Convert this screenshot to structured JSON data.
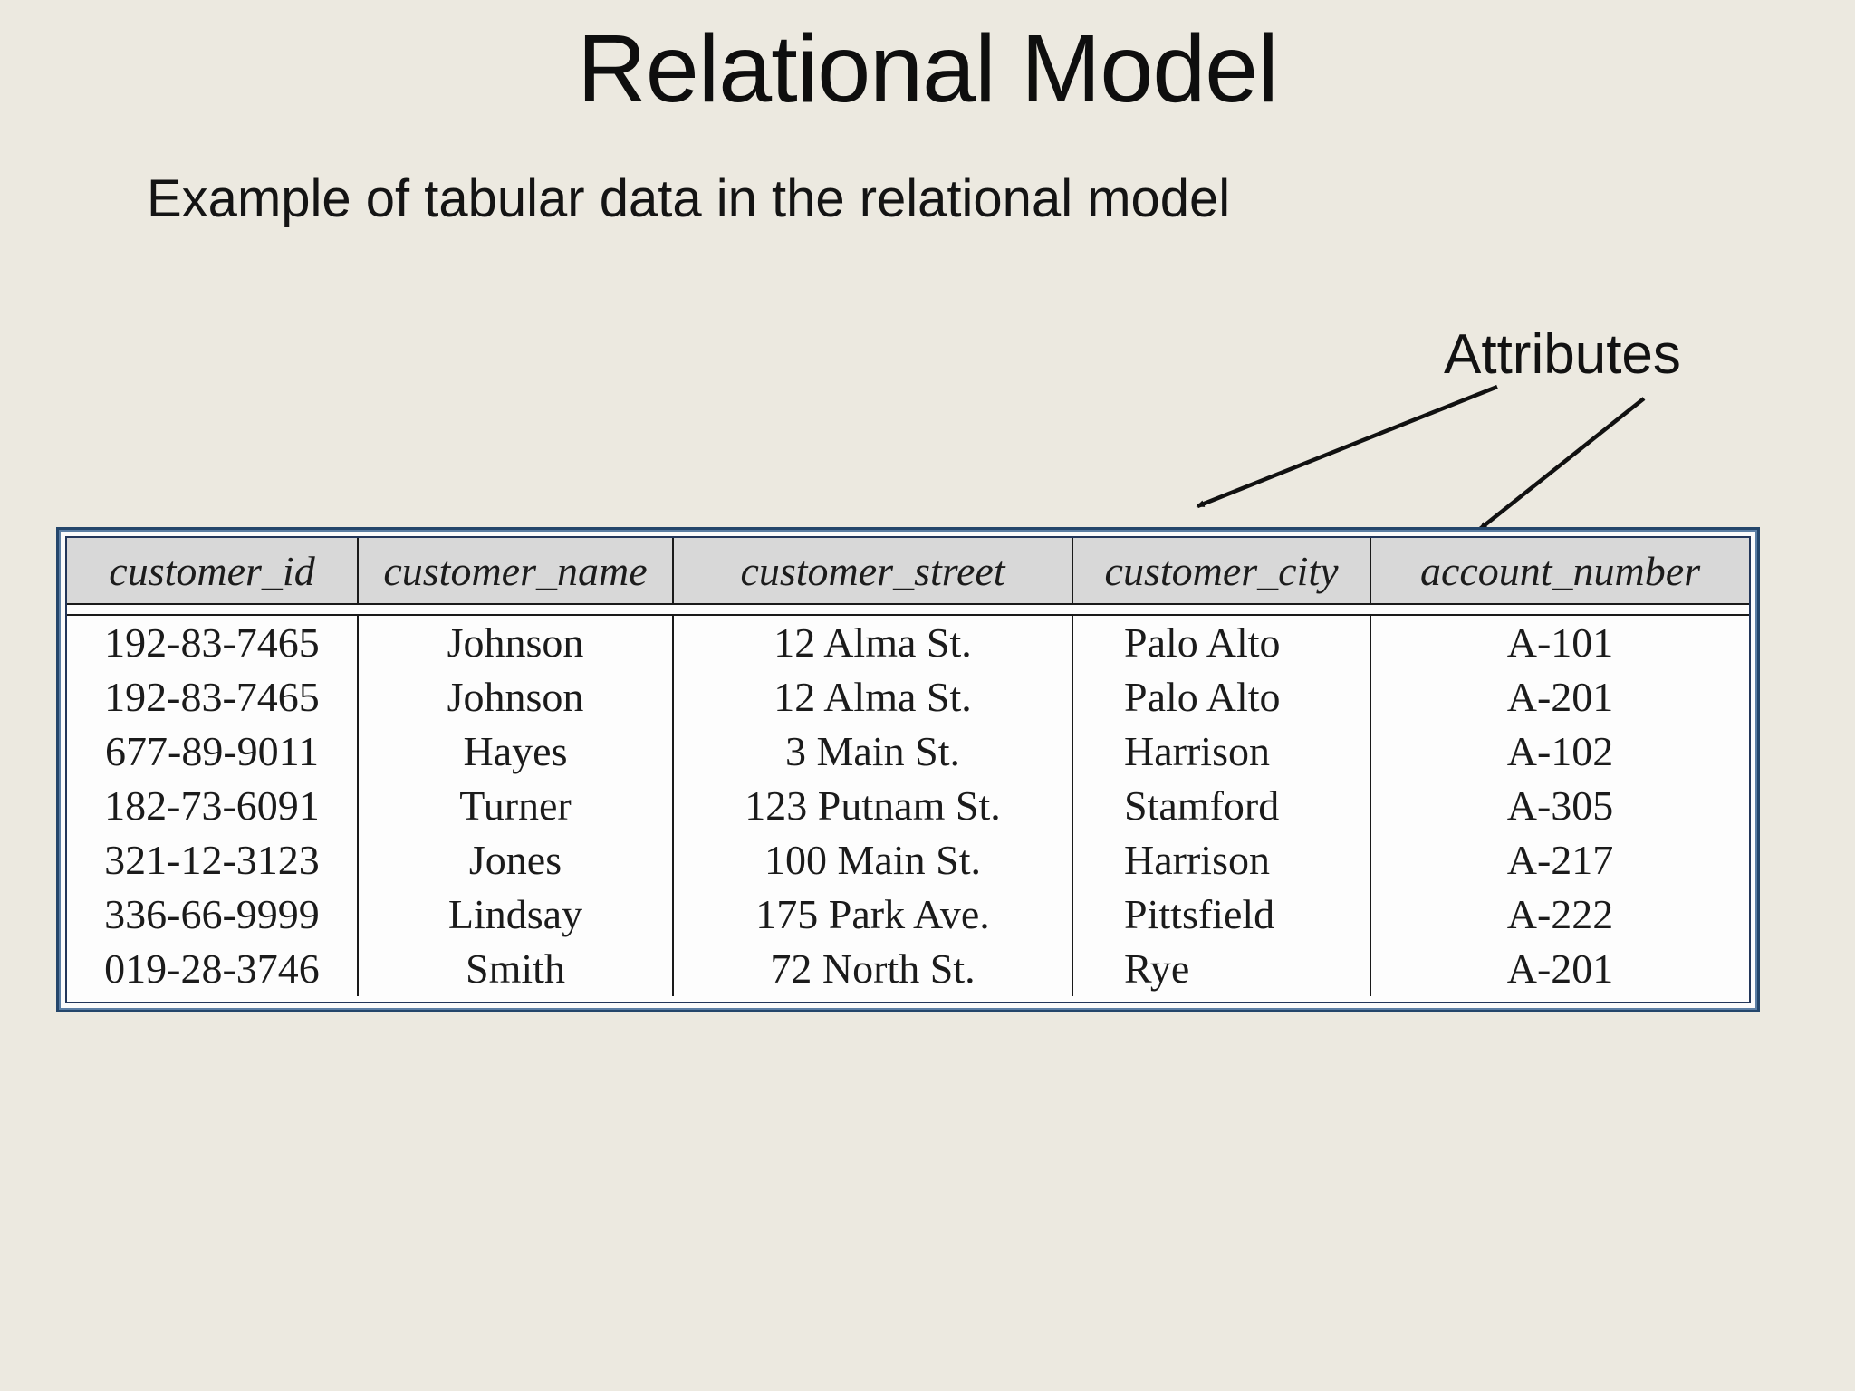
{
  "slide": {
    "title": "Relational Model",
    "subtitle": "Example of tabular data in the relational model",
    "annotation": {
      "label": "Attributes"
    },
    "colors": {
      "background": "#ece9e0",
      "header_bg": "#d8d8d8",
      "frame_outer": "#24466b",
      "frame_mid": "#5b7ea4",
      "frame_inner": "#22365a",
      "cell_bg": "#fdfdfd",
      "rule": "#1a1a1a",
      "text": "#161616"
    }
  },
  "table": {
    "columns": [
      "customer_id",
      "customer_name",
      "customer_street",
      "customer_city",
      "account_number"
    ],
    "rows": [
      [
        "192-83-7465",
        "Johnson",
        "12 Alma St.",
        "Palo Alto",
        "A-101"
      ],
      [
        "192-83-7465",
        "Johnson",
        "12 Alma St.",
        "Palo Alto",
        "A-201"
      ],
      [
        "677-89-9011",
        "Hayes",
        "3 Main St.",
        "Harrison",
        "A-102"
      ],
      [
        "182-73-6091",
        "Turner",
        "123 Putnam St.",
        "Stamford",
        "A-305"
      ],
      [
        "321-12-3123",
        "Jones",
        "100 Main St.",
        "Harrison",
        "A-217"
      ],
      [
        "336-66-9999",
        "Lindsay",
        "175 Park Ave.",
        "Pittsfield",
        "A-222"
      ],
      [
        "019-28-3746",
        "Smith",
        "72 North St.",
        "Rye",
        "A-201"
      ]
    ]
  }
}
